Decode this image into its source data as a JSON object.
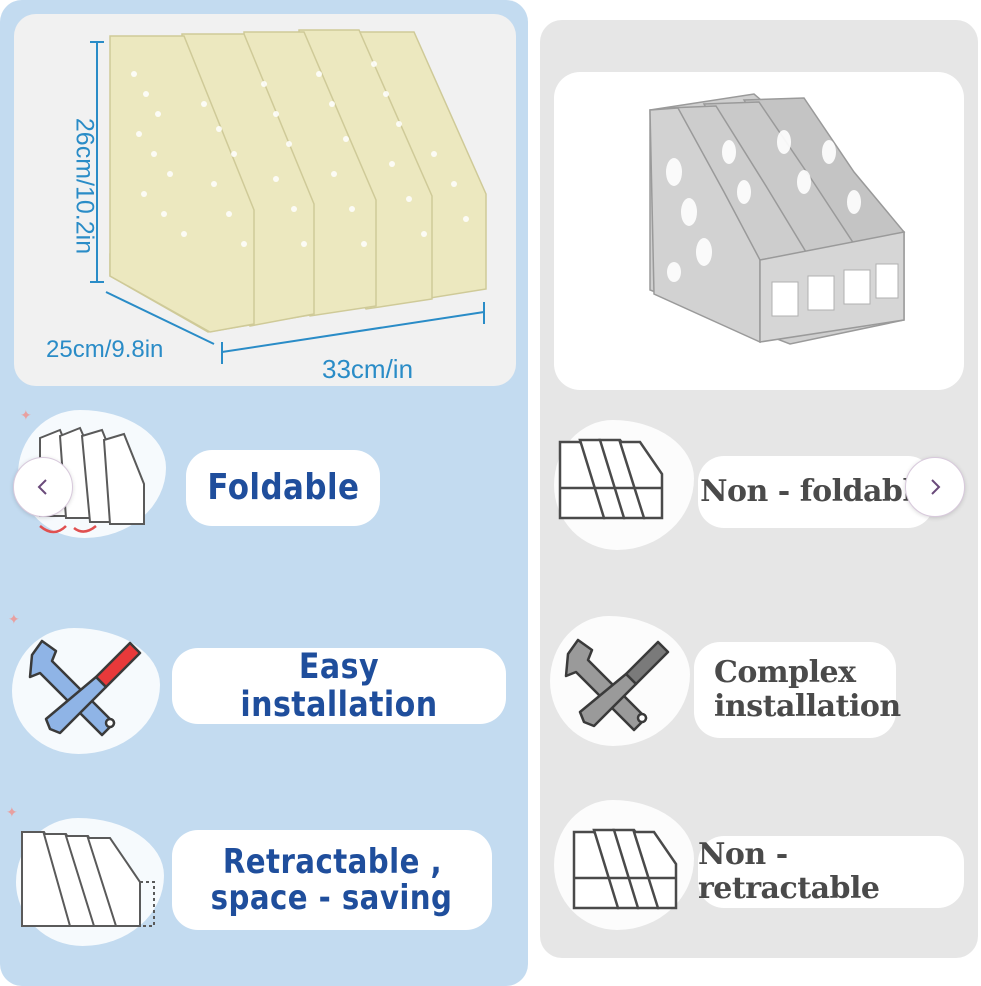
{
  "left_panel": {
    "dimensions": {
      "height": "26cm/10.2in",
      "depth": "25cm/9.8in",
      "width": "33cm/in"
    },
    "features": [
      {
        "icon": "folding-organizer-icon",
        "label": "Foldable"
      },
      {
        "icon": "wrench-screwdriver-icon",
        "label": "Easy  installation"
      },
      {
        "icon": "retractable-organizer-icon",
        "label_line1": "Retractable ,",
        "label_line2": "space - saving"
      }
    ]
  },
  "right_panel": {
    "features": [
      {
        "icon": "fixed-organizer-icon",
        "label": "Non - foldable"
      },
      {
        "icon": "wrench-screwdriver-icon",
        "label_line1": "Complex",
        "label_line2": "installation"
      },
      {
        "icon": "fixed-organizer-icon",
        "label": "Non - retractable"
      }
    ]
  },
  "navigation": {
    "prev_glyph": "‹",
    "next_glyph": "›"
  },
  "colors": {
    "left_bg": "#c3dbf0",
    "right_bg": "#e6e6e6",
    "left_text": "#1f4e9c",
    "right_text": "#4a4a4a",
    "dimension_text": "#2a8cc7",
    "product_yellow": "#ece8bf",
    "product_gray": "#bdbdbd"
  }
}
